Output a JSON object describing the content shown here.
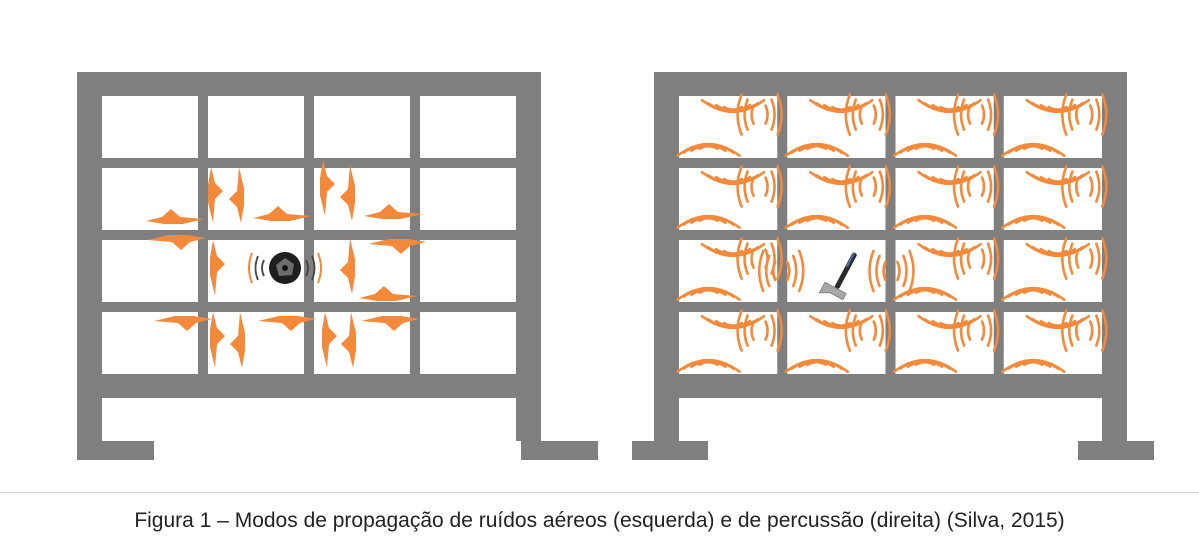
{
  "figure": {
    "caption": "Figura 1 – Modos de propagação de ruídos aéreos (esquerda) e de percussão (direita) (Silva, 2015)"
  },
  "colors": {
    "frame": "#7f7f7f",
    "wave": "#f5893a",
    "pane": "#ffffff",
    "source": "#222222",
    "hammer_handle": "#2a2a2a",
    "hammer_head": "#a8a8a8"
  },
  "panels": [
    {
      "id": "airborne",
      "source_icon": "loudspeaker-icon",
      "grid": {
        "rows": 4,
        "cols": 4
      },
      "source_cell": {
        "row": 2,
        "col": 1
      }
    },
    {
      "id": "impact",
      "source_icon": "hammer-icon",
      "grid": {
        "rows": 4,
        "cols": 4
      },
      "source_cell": {
        "row": 2,
        "col": 1
      }
    }
  ]
}
